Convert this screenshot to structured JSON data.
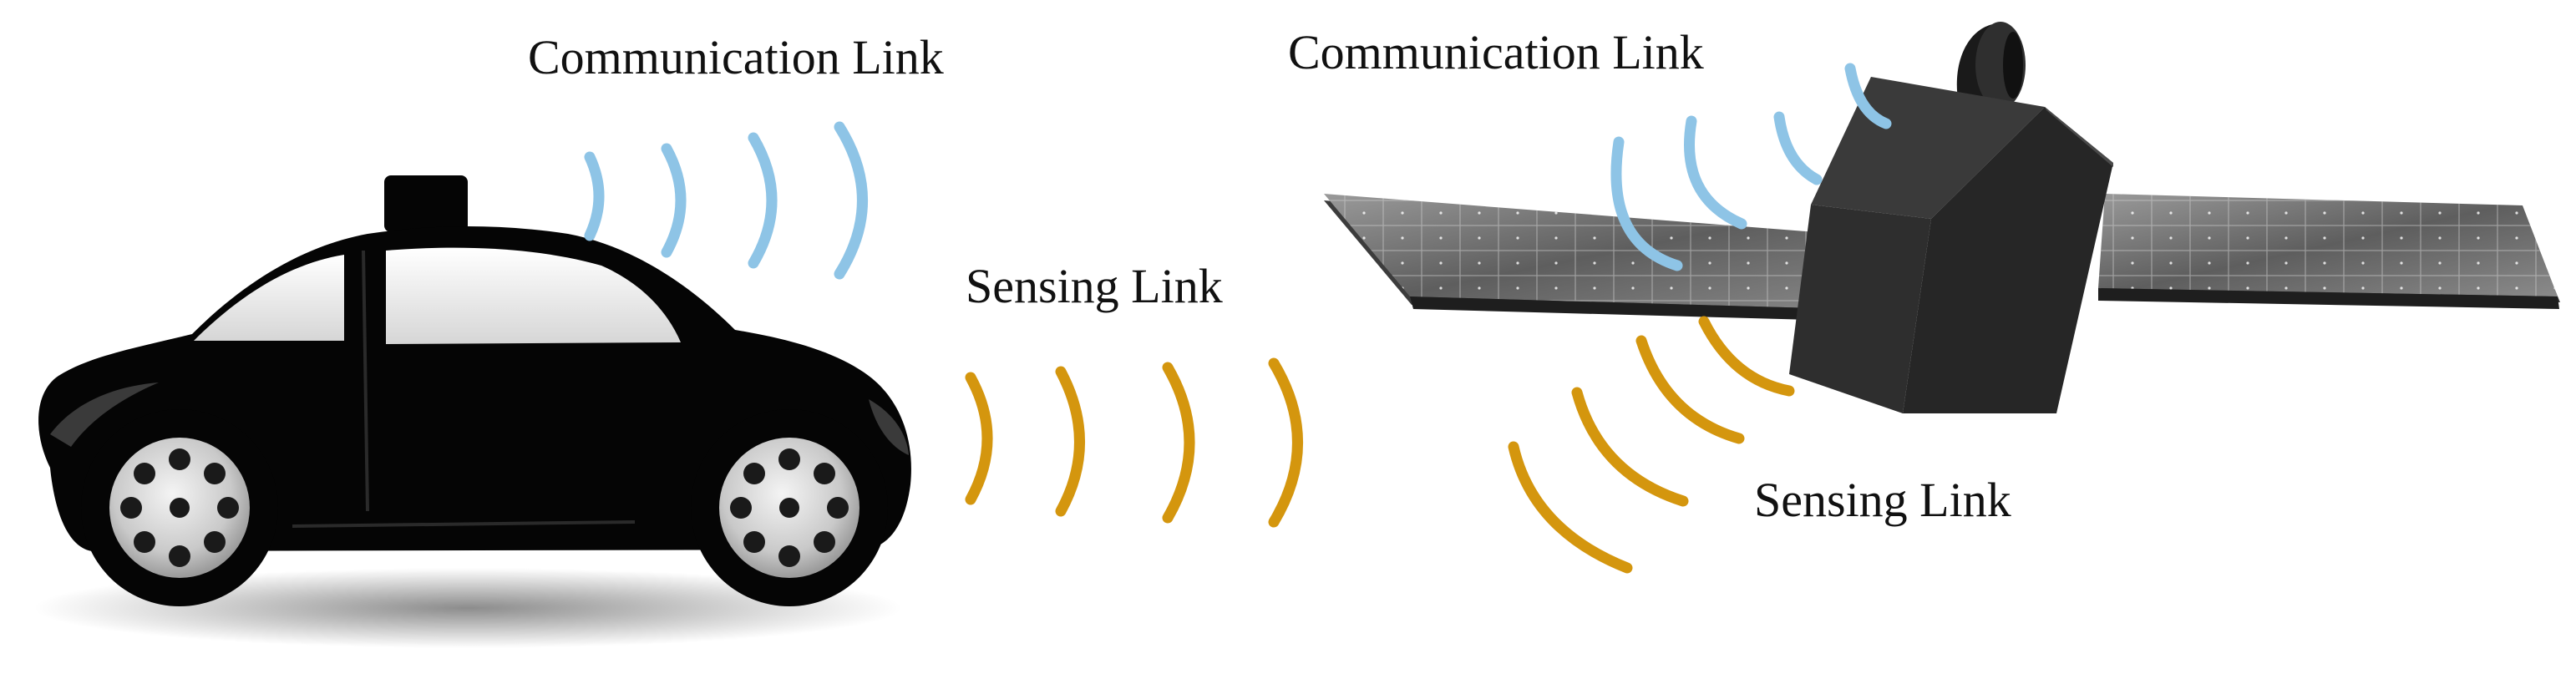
{
  "labels": {
    "car_communication": "Communication Link",
    "car_sensing": "Sensing Link",
    "satellite_communication": "Communication Link",
    "satellite_sensing": "Sensing Link"
  },
  "colors": {
    "communication_wave": "#8ec4e6",
    "sensing_wave": "#d4960e",
    "vehicle_body": "#050505",
    "satellite_body": "#2b2b2b"
  },
  "icons": {
    "vehicle": "car-icon",
    "satellite": "satellite-icon"
  }
}
